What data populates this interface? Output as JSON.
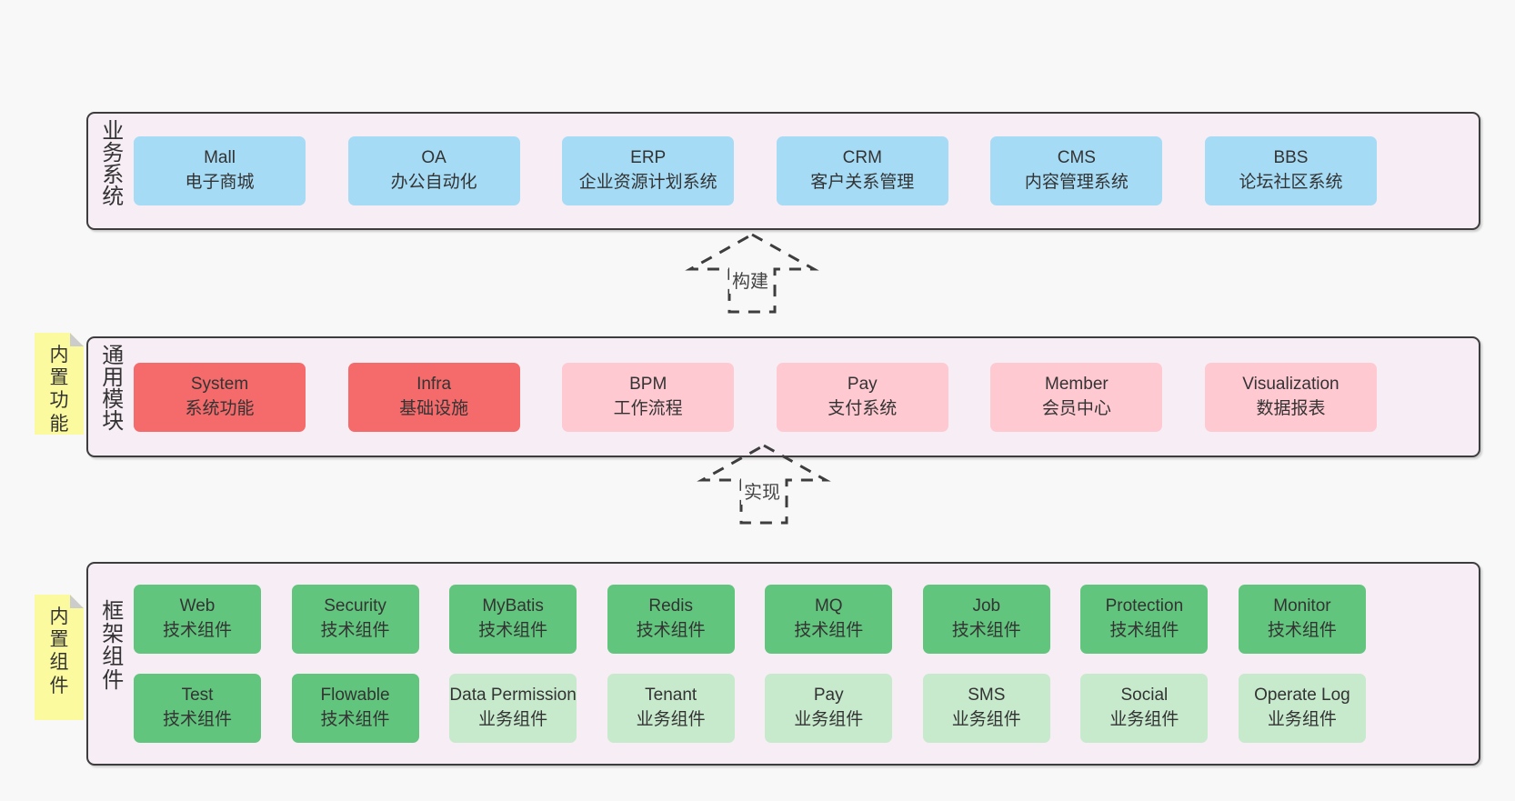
{
  "colors": {
    "page_bg": "#f8f8f8",
    "layer_bg": "#f6edf5",
    "border": "#3d3d3d",
    "text": "#333333",
    "blue": "#a6dbf5",
    "red": "#f56b6b",
    "pink": "#ffc9d2",
    "green": "#62c57d",
    "green_light": "#c7e9cc",
    "yellow": "#fbfa9e",
    "fold": "#cccccc"
  },
  "arrows": [
    {
      "label": "构建"
    },
    {
      "label": "实现"
    }
  ],
  "notes": [
    {
      "text": "内置功能"
    },
    {
      "text": "内置组件"
    }
  ],
  "layers": [
    {
      "label": "业务系统",
      "rows": [
        [
          {
            "title": "Mall",
            "subtitle": "电子商城",
            "color": "blue"
          },
          {
            "title": "OA",
            "subtitle": "办公自动化",
            "color": "blue"
          },
          {
            "title": "ERP",
            "subtitle": "企业资源计划系统",
            "color": "blue"
          },
          {
            "title": "CRM",
            "subtitle": "客户关系管理",
            "color": "blue"
          },
          {
            "title": "CMS",
            "subtitle": "内容管理系统",
            "color": "blue"
          },
          {
            "title": "BBS",
            "subtitle": "论坛社区系统",
            "color": "blue"
          }
        ]
      ]
    },
    {
      "label": "通用模块",
      "rows": [
        [
          {
            "title": "System",
            "subtitle": "系统功能",
            "color": "red"
          },
          {
            "title": "Infra",
            "subtitle": "基础设施",
            "color": "red"
          },
          {
            "title": "BPM",
            "subtitle": "工作流程",
            "color": "pink"
          },
          {
            "title": "Pay",
            "subtitle": "支付系统",
            "color": "pink"
          },
          {
            "title": "Member",
            "subtitle": "会员中心",
            "color": "pink"
          },
          {
            "title": "Visualization",
            "subtitle": "数据报表",
            "color": "pink"
          }
        ]
      ]
    },
    {
      "label": "框架组件",
      "rows": [
        [
          {
            "title": "Web",
            "subtitle": "技术组件",
            "color": "green"
          },
          {
            "title": "Security",
            "subtitle": "技术组件",
            "color": "green"
          },
          {
            "title": "MyBatis",
            "subtitle": "技术组件",
            "color": "green"
          },
          {
            "title": "Redis",
            "subtitle": "技术组件",
            "color": "green"
          },
          {
            "title": "MQ",
            "subtitle": "技术组件",
            "color": "green"
          },
          {
            "title": "Job",
            "subtitle": "技术组件",
            "color": "green"
          },
          {
            "title": "Protection",
            "subtitle": "技术组件",
            "color": "green"
          },
          {
            "title": "Monitor",
            "subtitle": "技术组件",
            "color": "green"
          }
        ],
        [
          {
            "title": "Test",
            "subtitle": "技术组件",
            "color": "green"
          },
          {
            "title": "Flowable",
            "subtitle": "技术组件",
            "color": "green"
          },
          {
            "title": "Data Permission",
            "subtitle": "业务组件",
            "color": "green_light"
          },
          {
            "title": "Tenant",
            "subtitle": "业务组件",
            "color": "green_light"
          },
          {
            "title": "Pay",
            "subtitle": "业务组件",
            "color": "green_light"
          },
          {
            "title": "SMS",
            "subtitle": "业务组件",
            "color": "green_light"
          },
          {
            "title": "Social",
            "subtitle": "业务组件",
            "color": "green_light"
          },
          {
            "title": "Operate Log",
            "subtitle": "业务组件",
            "color": "green_light"
          }
        ]
      ]
    }
  ]
}
